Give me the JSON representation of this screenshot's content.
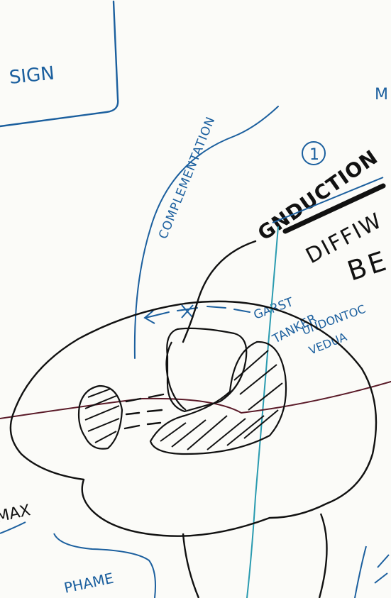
{
  "colors": {
    "paper": "#fbfbf8",
    "black_ink": "#111111",
    "blue_ink": "#1b5f9e",
    "teal_ink": "#2a9bb0",
    "dark_red_ink": "#5a1a28"
  },
  "labels": {
    "sign": "SIGN",
    "complementation": "COMPLEMENTATION",
    "number": "1",
    "gnduction": "GNDUCTION",
    "diffw": "DIFFIW",
    "be": "BE",
    "garst": "GARST",
    "tanker": "TANKER",
    "undontoc": "UNDONTOC",
    "vedua": "VEDUA",
    "max": "MAX",
    "phame": "PHAME",
    "corner_m": "M"
  }
}
